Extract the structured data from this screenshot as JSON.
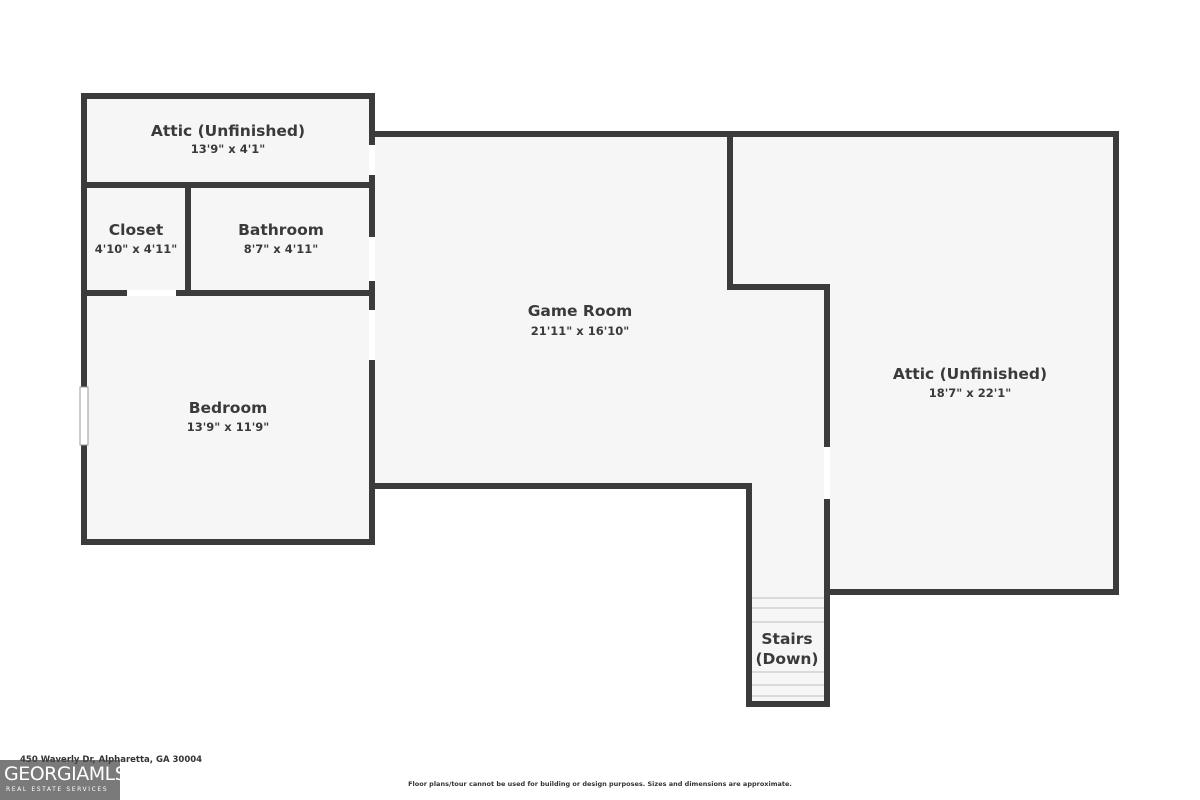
{
  "rooms": {
    "attic_top": {
      "name": "Attic (Unfinished)",
      "dims": "13'9\" x 4'1\""
    },
    "closet": {
      "name": "Closet",
      "dims": "4'10\" x 4'11\""
    },
    "bathroom": {
      "name": "Bathroom",
      "dims": "8'7\" x 4'11\""
    },
    "bedroom": {
      "name": "Bedroom",
      "dims": "13'9\" x 11'9\""
    },
    "game_room": {
      "name": "Game Room",
      "dims": "21'11\" x 16'10\""
    },
    "attic_right": {
      "name": "Attic (Unfinished)",
      "dims": "18'7\" x 22'1\""
    },
    "stairs": {
      "line1": "Stairs",
      "line2": "(Down)"
    }
  },
  "address": "450 Waverly Dr, Alpharetta, GA 30004",
  "disclaimer": "Floor plans/tour cannot be used for building or design purposes. Sizes and dimensions are approximate.",
  "logo": {
    "main": "GEORGIAMLS",
    "sub": "REAL ESTATE SERVICES"
  },
  "colors": {
    "wall": "#3b3b3b",
    "floor": "#f6f6f6",
    "background": "#ffffff"
  }
}
